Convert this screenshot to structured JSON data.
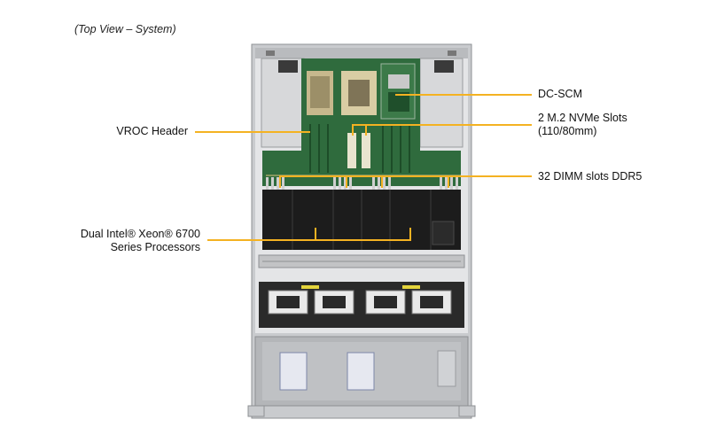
{
  "caption": "(Top View – System)",
  "labels": {
    "dc_scm": "DC-SCM",
    "nvme_line1": "2 M.2 NVMe Slots",
    "nvme_line2": "(110/80mm)",
    "dimm": "32 DIMM slots DDR5",
    "vroc": "VROC Header",
    "cpu_line1": "Dual Intel® Xeon® 6700",
    "cpu_line2": "Series Processors"
  },
  "colors": {
    "leader": "#f4b222",
    "chassis": "#d4d6d8",
    "motherboard": "#2f6b3d",
    "shroud": "#1c1c1c"
  }
}
